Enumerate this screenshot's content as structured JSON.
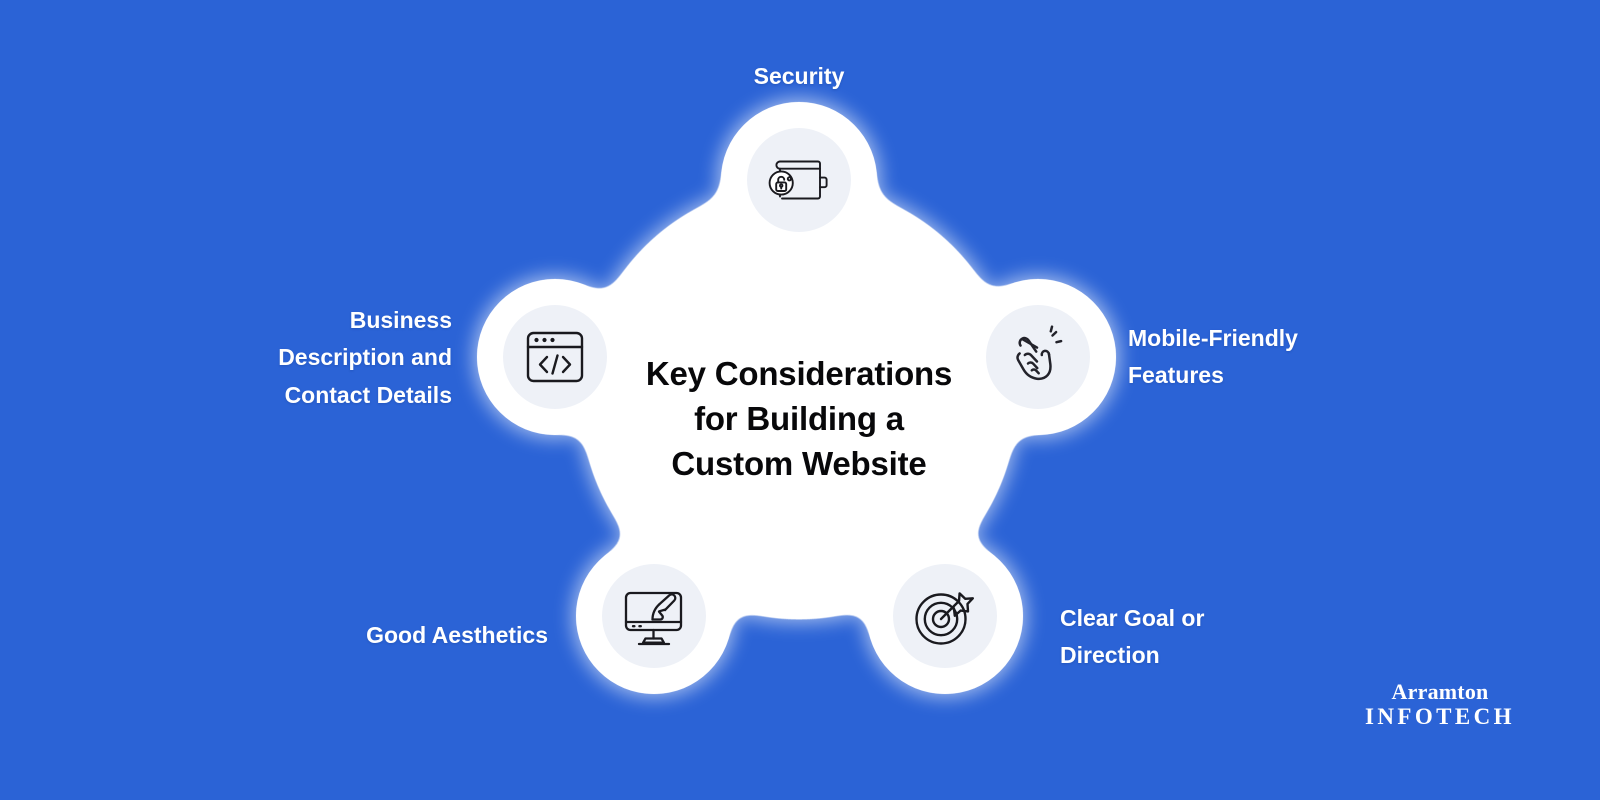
{
  "theme": {
    "background_color": "#2B63D6",
    "shape_color": "#FFFFFF",
    "icon_tile_color": "#EEF1F7",
    "icon_stroke_color": "#1A1A1F",
    "label_color": "#FFFFFF",
    "title_color": "#08080A"
  },
  "center": {
    "title_line_1": "Key Considerations",
    "title_line_2": "for Building a",
    "title_line_3": "Custom Website"
  },
  "nodes": [
    {
      "id": "security",
      "label_line_1": "Security",
      "label_line_2": "",
      "label_line_3": "",
      "icon": "wallet-lock-icon",
      "position": "top"
    },
    {
      "id": "business-description",
      "label_line_1": "Business",
      "label_line_2": "Description and",
      "label_line_3": "Contact Details",
      "icon": "code-window-icon",
      "position": "left"
    },
    {
      "id": "mobile-friendly",
      "label_line_1": "Mobile-Friendly",
      "label_line_2": "Features",
      "label_line_3": "",
      "icon": "hand-tap-icon",
      "position": "right"
    },
    {
      "id": "good-aesthetics",
      "label_line_1": "Good Aesthetics",
      "label_line_2": "",
      "label_line_3": "",
      "icon": "monitor-paintbrush-icon",
      "position": "bottom-left"
    },
    {
      "id": "clear-goal",
      "label_line_1": "Clear Goal or",
      "label_line_2": "Direction",
      "label_line_3": "",
      "icon": "target-arrow-icon",
      "position": "bottom-right"
    }
  ],
  "logo": {
    "name": "Arramton",
    "subtitle": "INFOTECH"
  }
}
